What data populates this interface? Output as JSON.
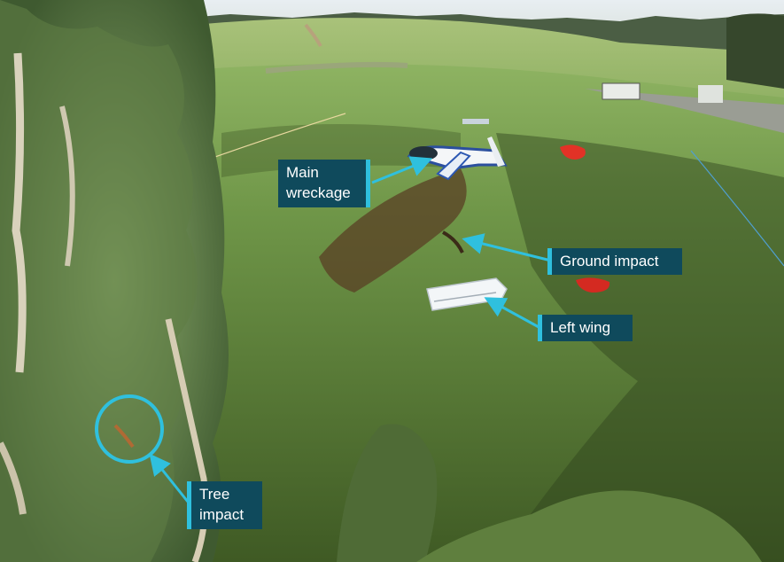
{
  "annotations": {
    "main_wreckage": {
      "line1": "Main",
      "line2": "wreckage"
    },
    "ground_impact": {
      "text": "Ground impact"
    },
    "left_wing": {
      "text": "Left wing"
    },
    "tree_impact": {
      "line1": "Tree",
      "line2": "impact"
    }
  },
  "colors": {
    "label_background": "#0f4a5c",
    "accent": "#2fc0de",
    "label_text": "#ffffff"
  }
}
